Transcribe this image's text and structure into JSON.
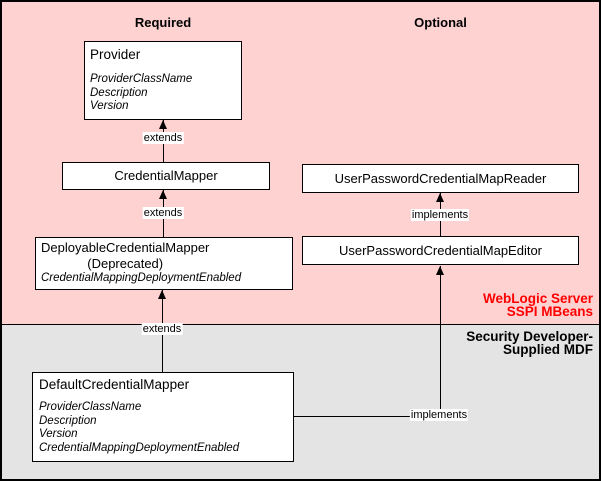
{
  "headers": {
    "required": "Required",
    "optional": "Optional"
  },
  "colors": {
    "sspi_region_bg": "#FFD2D2",
    "mdf_region_bg": "#E4E4E4",
    "sspi_label_text": "#FF0000",
    "box_bg": "#FFFFFF",
    "line": "#000000"
  },
  "boxes": {
    "provider": {
      "title": "Provider",
      "attributes": [
        "ProviderClassName",
        "Description",
        "Version"
      ]
    },
    "credential_mapper": {
      "title": "CredentialMapper"
    },
    "deployable_credential_mapper": {
      "title": "DeployableCredentialMapper",
      "subtitle": "(Deprecated)",
      "attributes": [
        "CredentialMappingDeploymentEnabled"
      ]
    },
    "user_password_credential_map_reader": {
      "title": "UserPasswordCredentialMapReader"
    },
    "user_password_credential_map_editor": {
      "title": "UserPasswordCredentialMapEditor"
    },
    "default_credential_mapper": {
      "title": "DefaultCredentialMapper",
      "attributes": [
        "ProviderClassName",
        "Description",
        "Version",
        "CredentialMappingDeploymentEnabled"
      ]
    }
  },
  "edges": {
    "credmapper_extends_provider": "extends",
    "deployable_extends_credmapper": "extends",
    "default_extends_deployable": "extends",
    "editor_implements_reader": "implements",
    "default_implements_editor": "implements"
  },
  "region_labels": {
    "sspi_line1": "WebLogic Server",
    "sspi_line2": "SSPI MBeans",
    "mdf_line1": "Security Developer-",
    "mdf_line2": "Supplied MDF"
  }
}
